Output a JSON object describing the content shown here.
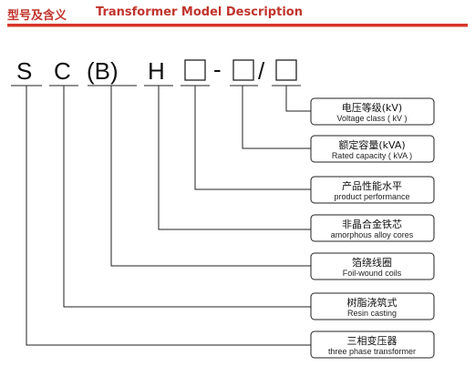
{
  "header": {
    "title_cn": "型号及含义",
    "title_en": "Transformer Model Description",
    "accent_color": "#d9352a"
  },
  "model_code": {
    "s": "S",
    "c": "C",
    "b": "(B)",
    "h": "H",
    "dash": "-",
    "slash": "/"
  },
  "descriptions": [
    {
      "cn": "电压等级(kV)",
      "en": "Voltage class ( kV )"
    },
    {
      "cn": "额定容量(kVA)",
      "en": "Rated capacity ( kVA )"
    },
    {
      "cn": "产品性能水平",
      "en": "product performance"
    },
    {
      "cn": "非晶合金铁芯",
      "en": "amorphous alloy cores"
    },
    {
      "cn": "箔绕线圈",
      "en": "Foil-wound coils"
    },
    {
      "cn": "树脂浇筑式",
      "en": "Resin casting"
    },
    {
      "cn": "三相变压器",
      "en": "three phase transformer"
    }
  ]
}
